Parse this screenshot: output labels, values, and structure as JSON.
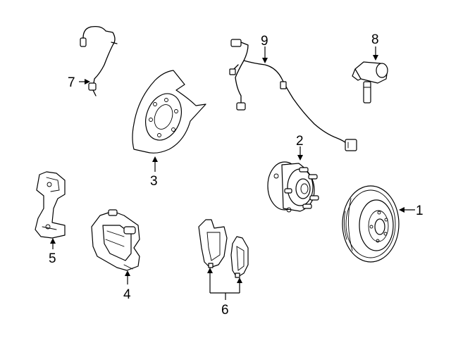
{
  "callouts": {
    "rotor": "1",
    "hub": "2",
    "splash_shield": "3",
    "caliper": "4",
    "caliper_bracket": "5",
    "brake_pads": "6",
    "rear_sensor_wire": "7",
    "wheel_speed_sensor": "8",
    "front_sensor_wire": "9"
  }
}
